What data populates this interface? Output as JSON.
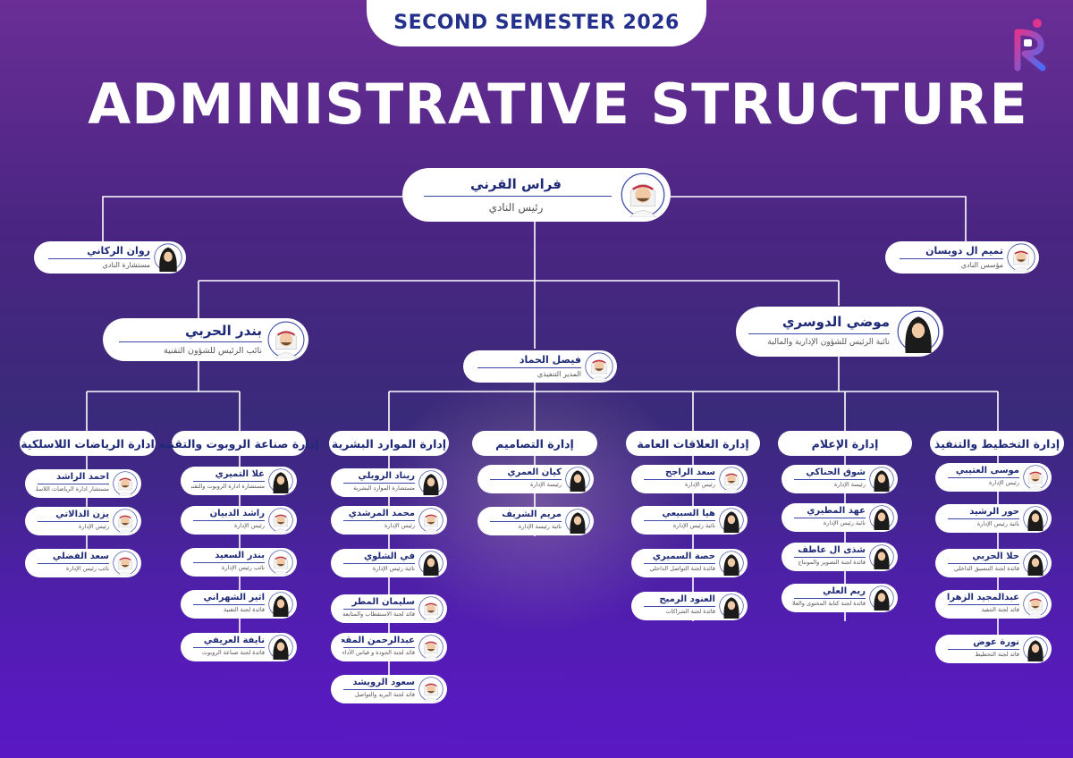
{
  "header": {
    "semester": "SECOND SEMESTER 2026",
    "title": "ADMINISTRATIVE STRUCTURE"
  },
  "colors": {
    "navy": "#1e2a78",
    "line": "#ffffff",
    "accent_pink": "#e0358f",
    "accent_blue": "#4a6cf7"
  },
  "chairman": {
    "name": "فراس القرني",
    "role": "رئيس النادي",
    "avatar": "male-avatar-icon"
  },
  "advisor": {
    "name": "روان الركاني",
    "role": "مستشارة النادي",
    "avatar": "female-avatar-icon"
  },
  "founder": {
    "name": "تميم ال دويسان",
    "role": "مؤسس النادي",
    "avatar": "male-avatar-icon"
  },
  "vp_tech": {
    "name": "بندر الحربي",
    "role": "نائب الرئيس للشؤون التقنية",
    "avatar": "male-avatar-icon"
  },
  "vp_admin": {
    "name": "موضي الدوسري",
    "role": "نائبة الرئيس للشؤون الإدارية والمالية",
    "avatar": "female-avatar-icon"
  },
  "executive": {
    "name": "فيصل الحماد",
    "role": "المدير التنفيذي",
    "avatar": "male-avatar-icon"
  },
  "departments": [
    {
      "title": "ادارة الرياضات اللاسلكية",
      "members": [
        {
          "name": "احمد الراشد",
          "role": "مستشار ادارة الرياضات اللاسلكية",
          "g": "m"
        },
        {
          "name": "يزن الدالاتي",
          "role": "رئيس الإدارة",
          "g": "m"
        },
        {
          "name": "سعد الفضلي",
          "role": "نائب رئيس الإدارة",
          "g": "m"
        }
      ]
    },
    {
      "title": "إدارة صناعة الروبوت والتقنية",
      "members": [
        {
          "name": "غلا التميري",
          "role": "مستشارة ادارة الروبوت والتقنية",
          "g": "f"
        },
        {
          "name": "راشد الدبيان",
          "role": "رئيس الإدارة",
          "g": "m"
        },
        {
          "name": "بندر السعيد",
          "role": "نائب رئيس الإدارة",
          "g": "m"
        },
        {
          "name": "اثير الشهراني",
          "role": "قائدة لجنة التقنية",
          "g": "f"
        },
        {
          "name": "نايفة العريفي",
          "role": "قائدة لجنة صناعة الروبوت",
          "g": "f"
        }
      ]
    },
    {
      "title": "إدارة الموارد البشرية",
      "members": [
        {
          "name": "ريناد الرويلي",
          "role": "مستشارة الموارد البشرية",
          "g": "f"
        },
        {
          "name": "محمد المرشدي",
          "role": "رئيس الإدارة",
          "g": "m"
        },
        {
          "name": "في الشلوي",
          "role": "نائبة رئيس الإدارة",
          "g": "f"
        },
        {
          "name": "سليمان المطر",
          "role": "قائد لجنة الاستقطاب والمتابعة",
          "g": "m"
        },
        {
          "name": "عبدالرحمن  المقحم",
          "role": "قائد لجنة الجودة و قياس الأداء",
          "g": "m"
        },
        {
          "name": "سعود الرويشد",
          "role": "قائد لجنة البريد والتواصل",
          "g": "m"
        }
      ]
    },
    {
      "title": "إدارة التصاميم",
      "members": [
        {
          "name": "كيان العمري",
          "role": "رئيسة الإدارة",
          "g": "f"
        },
        {
          "name": "مريم الشريف",
          "role": "نائبة رئيسة الإدارة",
          "g": "f"
        }
      ]
    },
    {
      "title": "إدارة العلاقات العامة",
      "members": [
        {
          "name": "سعد الراجح",
          "role": "رئيس الإدارة",
          "g": "m"
        },
        {
          "name": "هيا السبيعي",
          "role": "نائبة رئيس الإدارة",
          "g": "f"
        },
        {
          "name": "حصة السميري",
          "role": "قائدة لجنة التواصل الداخلي",
          "g": "f"
        },
        {
          "name": "العنود الرميح",
          "role": "قائدة لجنة الشراكات",
          "g": "f"
        }
      ]
    },
    {
      "title": "إدارة الإعلام",
      "members": [
        {
          "name": "شوق الحناكي",
          "role": "رئيسة الإدارة",
          "g": "f"
        },
        {
          "name": "عهد المطيري",
          "role": "نائبة رئيس الإدارة",
          "g": "f"
        },
        {
          "name": "شذى آل عاطف",
          "role": "قائدة لجنة التصوير والمونتاج",
          "g": "f"
        },
        {
          "name": "ريم العلي",
          "role": "قائدة لجنة كتابة المحتوى والعلاقات",
          "g": "f"
        }
      ]
    },
    {
      "title": "إدارة التخطيط والتنفيذ",
      "members": [
        {
          "name": "موسى العتيبي",
          "role": "رئيس الإدارة",
          "g": "m"
        },
        {
          "name": "حور الرشيد",
          "role": "نائبة رئيس الإدارة",
          "g": "f"
        },
        {
          "name": "حلا الحربي",
          "role": "قائدة لجنة التنسيق الداخلي",
          "g": "f"
        },
        {
          "name": "عبدالمجيد الزهراني",
          "role": "قائد لجنة التنفيذ",
          "g": "m"
        },
        {
          "name": "نورة عوض",
          "role": "قائد لجنة التخطيط",
          "g": "f"
        }
      ]
    }
  ]
}
